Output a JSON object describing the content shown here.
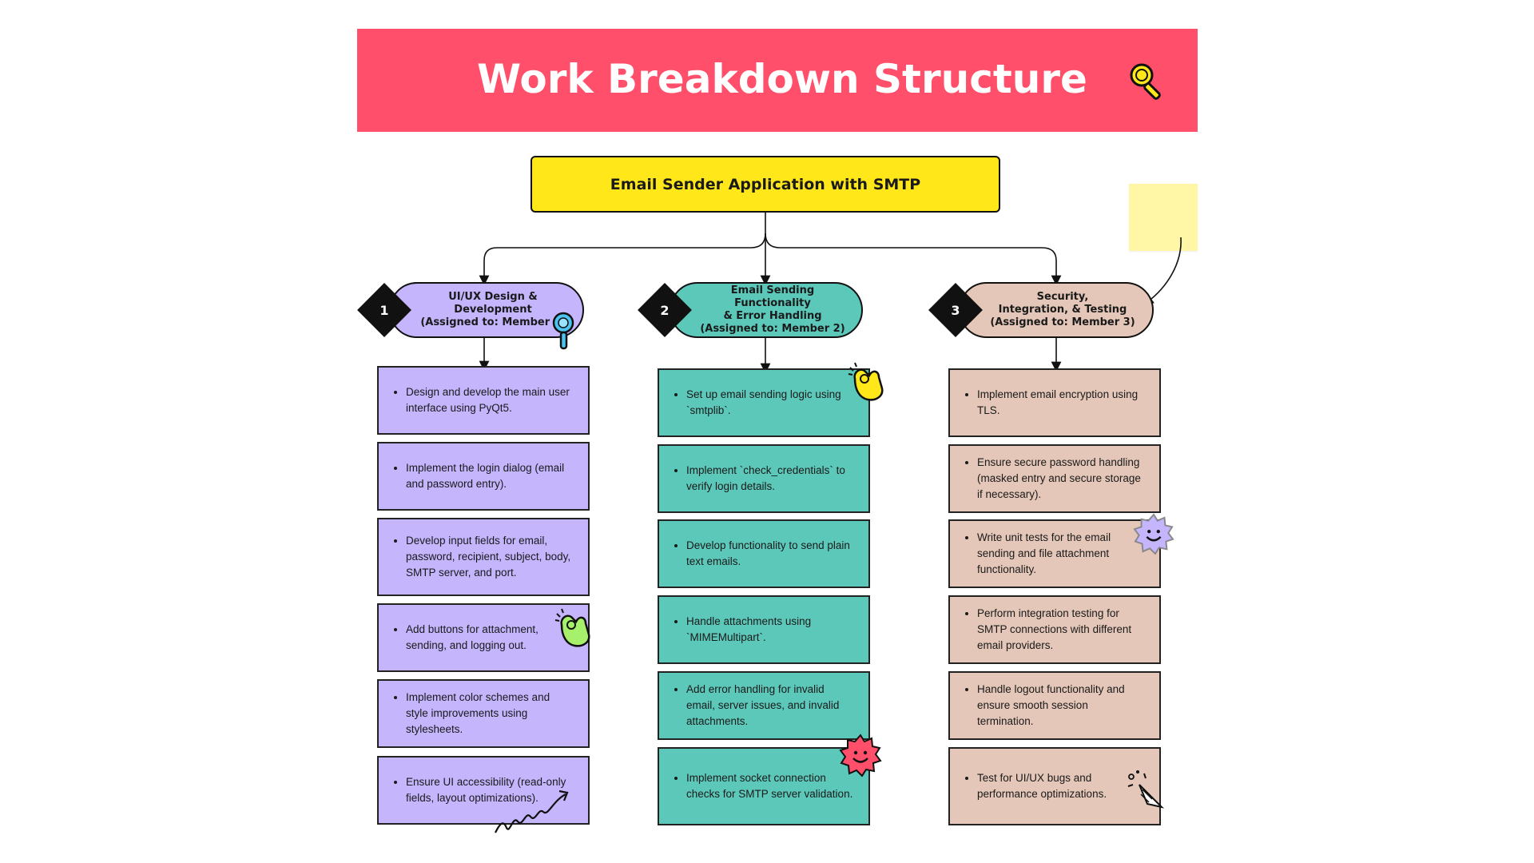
{
  "header": {
    "title": "Work Breakdown Structure",
    "icon": "magnifier-icon",
    "background": "#ff4f6a"
  },
  "root": {
    "label": "Email Sender Application with SMTP",
    "color": "#ffe71a"
  },
  "branches": [
    {
      "number": "1",
      "label": "UI/UX Design & Development\n(Assigned to: Member 1)",
      "color": "#c4b5fd",
      "tasks": [
        "Design and develop the main user interface using PyQt5.",
        "Implement the login dialog (email and password entry).",
        "Develop input fields for email, password, recipient, subject, body, SMTP server, and port.",
        "Add buttons for attachment, sending, and logging out.",
        "Implement color schemes and style improvements using stylesheets.",
        "Ensure UI accessibility (read-only fields, layout optimizations)."
      ]
    },
    {
      "number": "2",
      "label": "Email Sending Functionality\n& Error Handling\n(Assigned to: Member 2)",
      "color": "#5cc8ba",
      "tasks": [
        "Set up email sending logic using `smtplib`.",
        "Implement `check_credentials` to verify login details.",
        "Develop functionality to send plain text emails.",
        "Handle attachments using `MIMEMultipart`.",
        "Add error handling for invalid email, server issues, and invalid attachments.",
        "Implement socket connection checks for SMTP server validation."
      ]
    },
    {
      "number": "3",
      "label": "Security,\nIntegration, & Testing\n(Assigned to: Member 3)",
      "color": "#e4c7b8",
      "tasks": [
        "Implement email encryption using TLS.",
        "Ensure secure password handling (masked entry and secure storage if necessary).",
        "Write unit tests for the email sending and file attachment functionality.",
        "Perform integration testing for SMTP connections with different email providers.",
        "Handle logout functionality and ensure smooth session termination.",
        "Test for UI/UX bugs and performance optimizations."
      ]
    }
  ]
}
